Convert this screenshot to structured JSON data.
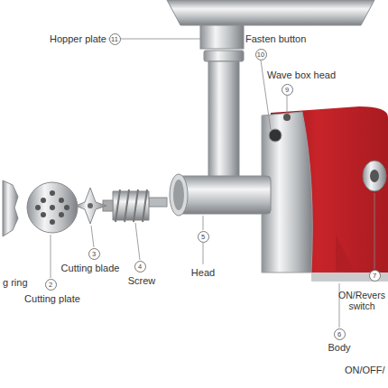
{
  "diagram": {
    "nodes": [
      {
        "text": [
          "11"
        ]
      },
      {
        "text": [
          "10"
        ]
      },
      {
        "text": [
          "9"
        ]
      },
      {
        "text": [
          "5"
        ]
      },
      {
        "text": [
          "3"
        ]
      },
      {
        "text": [
          "4"
        ]
      },
      {
        "text": [
          "7"
        ]
      },
      {
        "text": [
          "2"
        ]
      },
      {
        "text": [
          "6"
        ]
      }
    ],
    "labels": [
      "Hopper plate",
      "Fasten button",
      "Wave box head",
      "g ring",
      "Cutting blade",
      "Screw",
      "Head",
      "Cutting plate",
      "ON/Revers switch",
      "Body",
      "ON/OFF/"
    ]
  }
}
